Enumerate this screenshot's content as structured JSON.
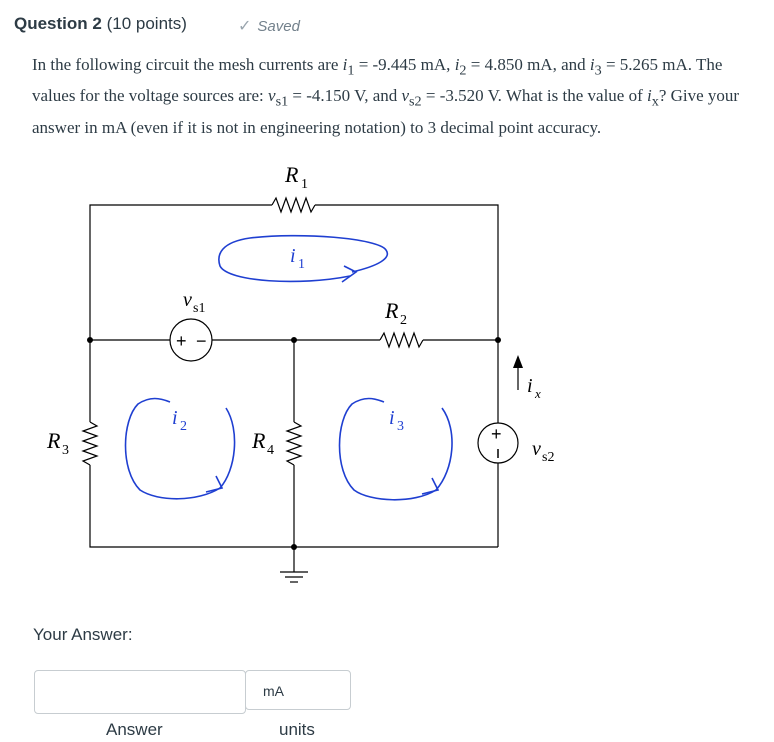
{
  "question": {
    "title": "Question 2",
    "points": "(10 points)",
    "saved": "Saved",
    "text_parts": [
      "In the following circuit the mesh currents are ",
      "i",
      "1",
      " = -9.445 mA, ",
      "i",
      "2",
      " = 4.850 mA, and ",
      "i",
      "3",
      " = 5.265 mA.  The values for the voltage sources are: ",
      "v",
      "s1",
      " = -4.150 V, and ",
      "v",
      "s2",
      " = -3.520 V.  What is the value of ",
      "i",
      "x",
      "?  Give your answer in mA (even if it is not in engineering notation) to 3 decimal point accuracy."
    ]
  },
  "circuit": {
    "labels": {
      "R1": "R",
      "R1_sub": "1",
      "R2": "R",
      "R2_sub": "2",
      "R3": "R",
      "R3_sub": "3",
      "R4": "R",
      "R4_sub": "4",
      "vs1": "v",
      "vs1_sub": "s1",
      "vs2": "v",
      "vs2_sub": "s2",
      "ix": "i",
      "ix_sub": "x",
      "i1": "i",
      "i1_sub": "1",
      "i2": "i",
      "i2_sub": "2",
      "i3": "i",
      "i3_sub": "3",
      "plus": "+",
      "minus": "−"
    },
    "colors": {
      "wire": "#000000",
      "mesh": "#1f3fd1"
    }
  },
  "answer": {
    "your_answer_label": "Your Answer:",
    "value": "",
    "units_value": "mA",
    "answer_caption": "Answer",
    "units_caption": "units"
  }
}
